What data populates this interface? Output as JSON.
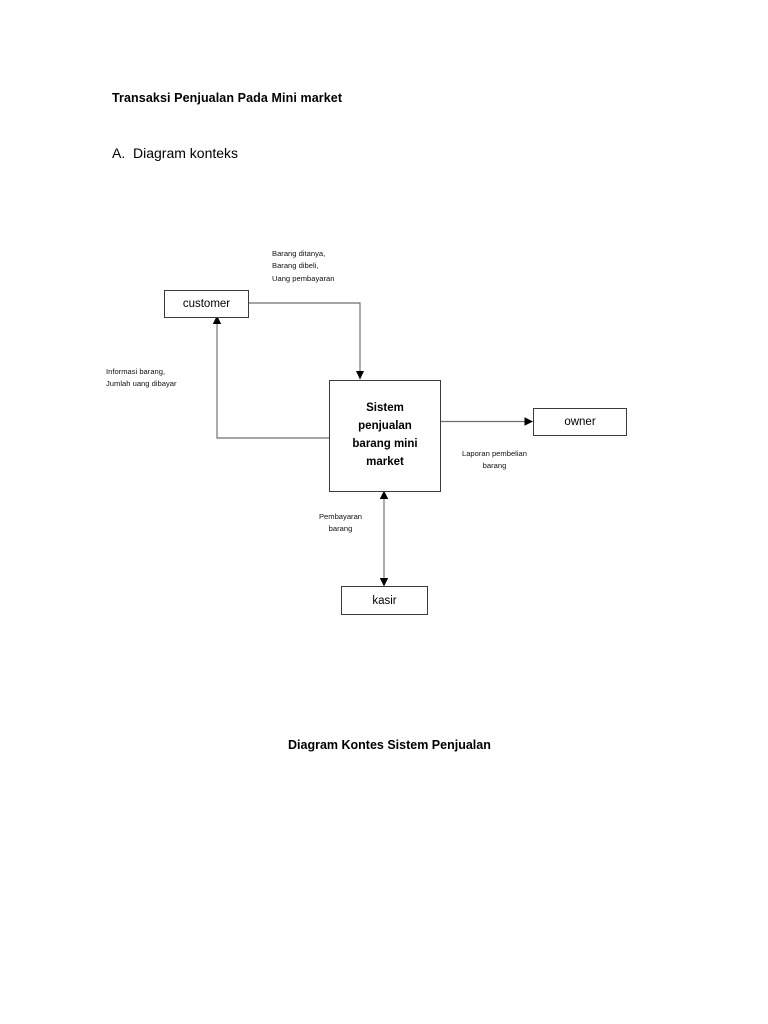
{
  "document": {
    "title": "Transaksi Penjualan Pada Mini market",
    "section_label": "A.  Diagram konteks",
    "caption": "Diagram Kontes Sistem Penjualan"
  },
  "diagram": {
    "type": "context-diagram",
    "process": {
      "name": "sistem-penjualan",
      "lines": [
        "Sistem",
        "penjualan",
        "barang mini",
        "market"
      ]
    },
    "entities": [
      {
        "name": "customer",
        "label": "customer"
      },
      {
        "name": "owner",
        "label": "owner"
      },
      {
        "name": "kasir",
        "label": "kasir"
      }
    ],
    "flows": [
      {
        "name": "customer-to-sistem",
        "from": "customer",
        "to": "sistem-penjualan",
        "label": "Barang ditanya,\nBarang dibeli,\nUang pembayaran"
      },
      {
        "name": "sistem-to-customer",
        "from": "sistem-penjualan",
        "to": "customer",
        "label": "Informasi barang,\nJumlah uang dibayar"
      },
      {
        "name": "sistem-to-owner",
        "from": "sistem-penjualan",
        "to": "owner",
        "label": "Laporan pembelian\nbarang"
      },
      {
        "name": "sistem-kasir",
        "from": "sistem-penjualan",
        "to": "kasir",
        "label": "Pembayaran\nbarang",
        "bidirectional": true
      }
    ]
  },
  "colors": {
    "page_background": "#ffffff",
    "text": "#000000",
    "box_border": "#3a3a3a",
    "connector": "#6e6e6e",
    "arrowhead": "#000000"
  }
}
